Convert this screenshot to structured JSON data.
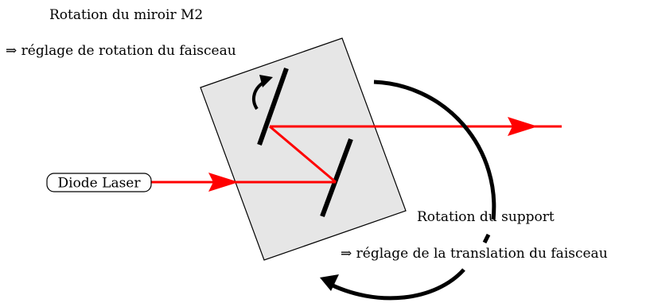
{
  "labels": {
    "mirror_rotation_title": "Rotation du miroir M2",
    "mirror_rotation_effect": "⇒ réglage de rotation du faisceau",
    "source": "Diode Laser",
    "support_rotation_title": "Rotation du support",
    "support_rotation_effect": "⇒ réglage de la translation du faisceau"
  },
  "colors": {
    "laser": "#ff0000",
    "support_fill": "#e6e6e6",
    "ink": "#000000"
  },
  "icons": {
    "mirror_arrow": "curved-arrow-icon",
    "support_arrow": "curved-arrow-icon"
  }
}
